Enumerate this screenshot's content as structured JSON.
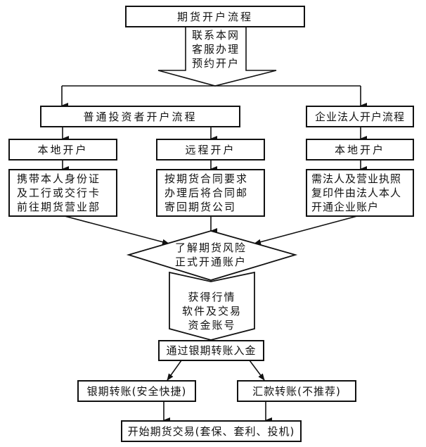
{
  "title": "期货开户流程",
  "contact_step": [
    "联系本网",
    "客服办理",
    "预约开户"
  ],
  "branches": {
    "individual": {
      "title": "普通投资者开户流程",
      "local": {
        "label": "本地开户",
        "detail": [
          "携带本人身份证",
          "及工行或交行卡",
          "前往期货营业部"
        ]
      },
      "remote": {
        "label": "远程开户",
        "detail": [
          "按期货合同要求",
          "办理后将合同邮",
          "寄回期货公司"
        ]
      }
    },
    "enterprise": {
      "title": "企业法人开户流程",
      "local": {
        "label": "本地开户",
        "detail": [
          "需法人及营业执照",
          "复印件由法人本人",
          "开通企业账户"
        ]
      }
    }
  },
  "decision": [
    "了解期货风险",
    "正式开通账户"
  ],
  "obtain_step": [
    "获得行情",
    "软件及交易",
    "资金账号"
  ],
  "deposit": "通过银期转账入金",
  "deposit_options": {
    "bank_transfer": "银期转账(安全快捷)",
    "remittance": "汇款转账(不推荐)"
  },
  "final": "开始期货交易(套保、套利、投机)",
  "colors": {
    "stroke": "#111111",
    "background": "#ffffff"
  }
}
